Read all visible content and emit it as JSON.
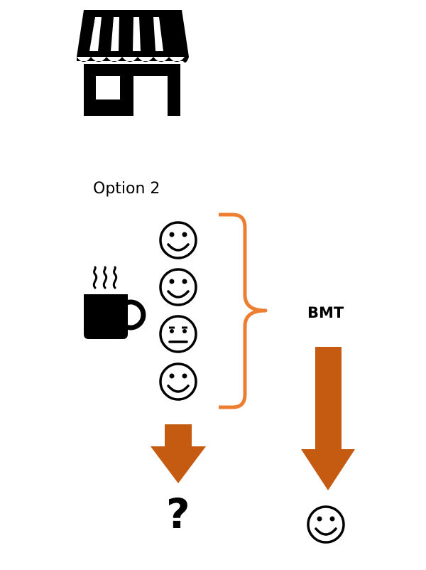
{
  "diagram": {
    "option_label": "Option 2",
    "method_label": "BMT",
    "result_label": "?",
    "icons": {
      "store": "store-icon",
      "coffee": "coffee-cup-icon",
      "happy_face": "smiling-face-icon",
      "neutral_face": "neutral-face-icon",
      "brace": "curly-brace",
      "arrow": "down-arrow"
    },
    "customers": [
      {
        "mood": "happy"
      },
      {
        "mood": "happy"
      },
      {
        "mood": "neutral"
      },
      {
        "mood": "happy"
      }
    ],
    "outcome_mood": "happy",
    "colors": {
      "ink": "#000000",
      "brace": "#ED7D31",
      "arrow": "#C55A11",
      "background": "#FFFFFF"
    }
  }
}
